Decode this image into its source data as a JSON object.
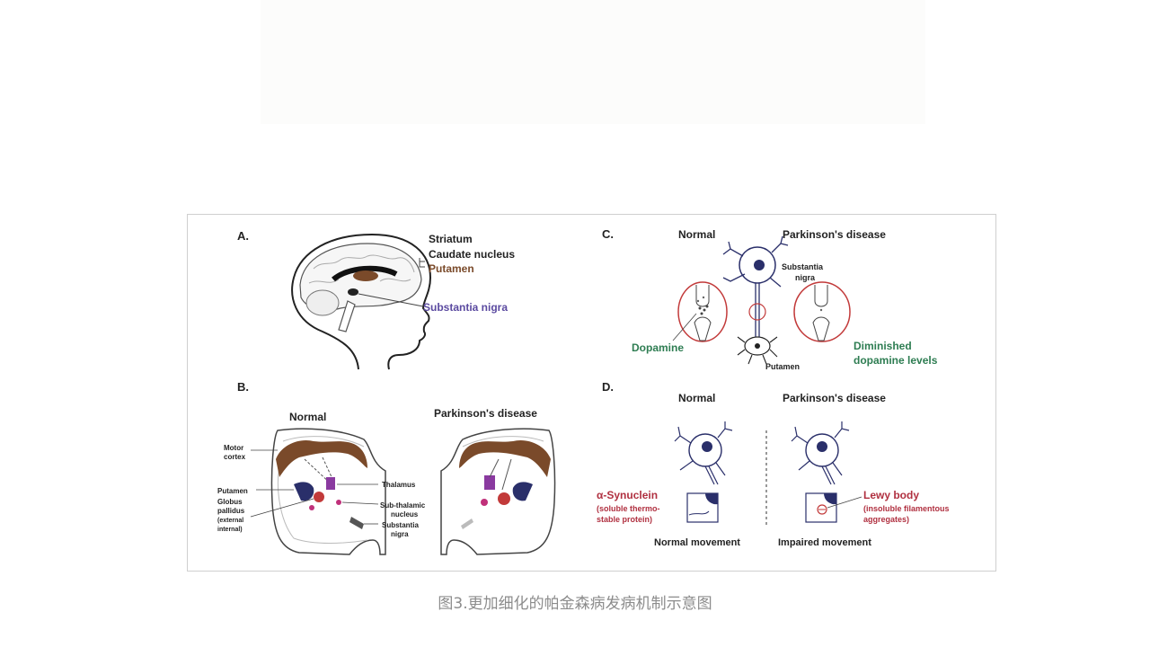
{
  "caption": "图3.更加细化的帕金森病发病机制示意图",
  "panels": {
    "a": {
      "letter": "A.",
      "striatum": "Striatum",
      "caudate": "Caudate nucleus",
      "putamen": "Putamen",
      "substantia_nigra": "Substantia nigra"
    },
    "b": {
      "letter": "B.",
      "normal": "Normal",
      "pd": "Parkinson's disease",
      "motor_cortex_1": "Motor",
      "motor_cortex_2": "cortex",
      "putamen": "Putamen",
      "globus_1": "Globus",
      "globus_2": "pallidus",
      "globus_3": "(external",
      "globus_4": "internal)",
      "thalamus": "Thalamus",
      "sub_1": "Sub-thalamic",
      "sub_2": "nucleus",
      "sn_1": "Substantia",
      "sn_2": "nigra"
    },
    "c": {
      "letter": "C.",
      "normal": "Normal",
      "pd": "Parkinson's disease",
      "sn_1": "Substantia",
      "sn_2": "nigra",
      "dopamine": "Dopamine",
      "putamen": "Putamen",
      "diminished_1": "Diminished",
      "diminished_2": "dopamine levels"
    },
    "d": {
      "letter": "D.",
      "normal": "Normal",
      "pd": "Parkinson's disease",
      "syn_1": "α-Synuclein",
      "syn_2": "(soluble thermo-",
      "syn_3": "stable protein)",
      "lewy_1": "Lewy body",
      "lewy_2": "(insoluble filamentous",
      "lewy_3": "aggregates)",
      "normal_movement": "Normal movement",
      "impaired_movement": "Impaired movement"
    }
  },
  "colors": {
    "text": "#222222",
    "brown": "#7a4a2a",
    "purple_label": "#5b4aa0",
    "green_label": "#2e7d52",
    "red_label": "#b03040",
    "navy": "#2a2f6a",
    "magenta": "#c0307a",
    "violet": "#8a3aa0",
    "circle_red": "#c23a3a"
  }
}
